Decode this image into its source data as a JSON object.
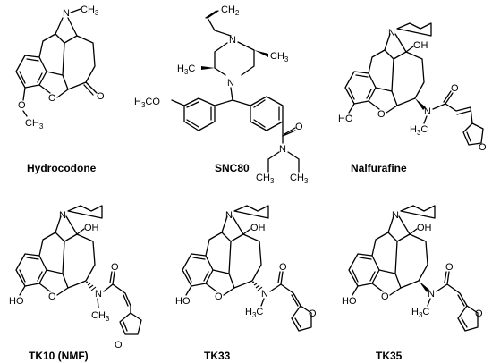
{
  "figure": {
    "compounds": [
      {
        "name": "Hydrocodone",
        "atoms": {
          "N": "N",
          "CH3": "CH",
          "CH3_sub": "3",
          "O_methoxy": "O",
          "CH3b": "CH",
          "CH3b_sub": "3",
          "O_bridge": "O",
          "O_keto": "O"
        }
      },
      {
        "name": "SNC80",
        "atoms": {
          "CH2": "CH",
          "CH2_sub": "2",
          "N_top": "N",
          "N_bot": "N",
          "CH3_r": "CH",
          "CH3_r_sub": "3",
          "H3C_l_pre": "H",
          "H3C_l_sub": "3",
          "H3C_l_post": "C",
          "H3CO_pre": "H",
          "H3CO_sub": "3",
          "H3CO_post": "CO",
          "O_amide": "O",
          "N_amide": "N",
          "CH3_a": "CH",
          "CH3_a_sub": "3",
          "CH3_b": "CH",
          "CH3_b_sub": "3"
        }
      },
      {
        "name": "Nalfurafine",
        "atoms": {
          "N": "N",
          "OH_top": "OH",
          "HO": "HO",
          "O_bridge": "O",
          "N_amide": "N",
          "O_amide": "O",
          "H3C_pre": "H",
          "H3C_sub": "3",
          "H3C_post": "C",
          "O_furan": "O"
        }
      },
      {
        "name": "TK10 (NMF)",
        "atoms": {
          "N": "N",
          "OH_top": "OH",
          "HO": "HO",
          "O_bridge": "O",
          "N_amide": "N",
          "O_amide": "O",
          "CH3": "CH",
          "CH3_sub": "3",
          "O_furan": "O"
        }
      },
      {
        "name": "TK33",
        "atoms": {
          "N": "N",
          "OH_top": "OH",
          "HO": "HO",
          "O_bridge": "O",
          "N_amide": "N",
          "O_amide": "O",
          "H3C_pre": "H",
          "H3C_sub": "3",
          "H3C_post": "C",
          "O_furan": "O"
        }
      },
      {
        "name": "TK35",
        "atoms": {
          "N": "N",
          "OH_top": "OH",
          "HO": "HO",
          "O_bridge": "O",
          "N_amide": "N",
          "O_amide": "O",
          "H3C_pre": "H",
          "H3C_sub": "3",
          "H3C_post": "C",
          "O_furan": "O"
        }
      }
    ],
    "colors": {
      "ink": "#000000",
      "background": "#ffffff"
    }
  }
}
